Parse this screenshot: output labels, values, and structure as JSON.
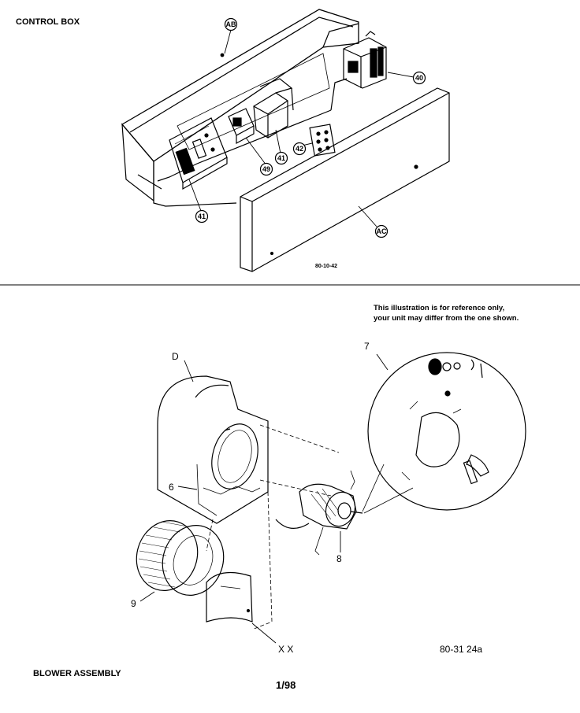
{
  "section_titles": {
    "control_box": "CONTROL BOX",
    "blower_assembly": "BLOWER ASSEMBLY"
  },
  "disclaimer": {
    "line1": "This illustration is for reference only,",
    "line2": "your unit may differ from the one shown."
  },
  "control_box_callouts": {
    "ab": "AB",
    "ac": "AC",
    "c40": "40",
    "c41_top": "41",
    "c41_left": "41",
    "c42": "42",
    "c49": "49"
  },
  "control_box_code": "80-10-42",
  "blower_labels": {
    "d": "D",
    "six": "6",
    "seven": "7",
    "eight": "8",
    "nine": "9",
    "xx": "X X"
  },
  "blower_code": "80-31 24a",
  "date": "1/98"
}
